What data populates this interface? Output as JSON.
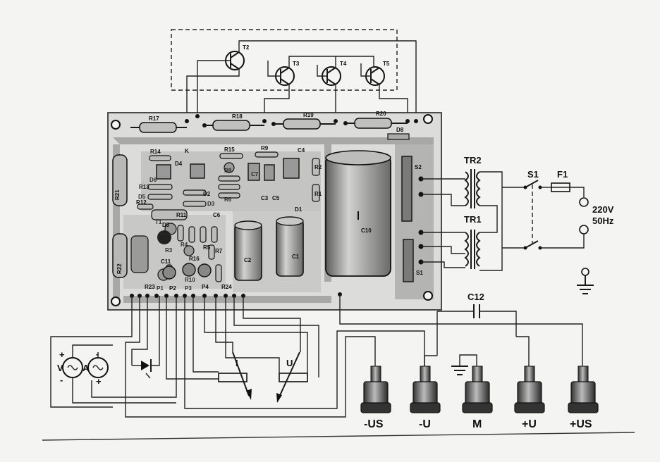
{
  "labels": {
    "transistors": [
      "T2",
      "T3",
      "T4",
      "T5"
    ],
    "resistors_top": [
      "R17",
      "R18",
      "R19",
      "R20"
    ],
    "diode_d8": "D8",
    "transformers": [
      "TR2",
      "TR1"
    ],
    "switch": "S1",
    "fuse": "F1",
    "mains": [
      "220V",
      "50Hz"
    ],
    "switch_blocks": [
      "S2",
      "S1"
    ],
    "capacitor_c12": "C12",
    "big_cap": "C10",
    "caps": [
      "C2",
      "C1"
    ],
    "board_parts": [
      "R21",
      "R22",
      "R14",
      "R15",
      "R16",
      "R13",
      "R12",
      "R11",
      "R9",
      "R8",
      "R7",
      "R6",
      "R5",
      "R4",
      "R3",
      "R2",
      "R1",
      "D1",
      "D2",
      "D3",
      "D4",
      "D5",
      "D6",
      "C3",
      "C4",
      "C5",
      "C6",
      "C7",
      "C11",
      "T1",
      "P1",
      "P2",
      "P3",
      "P4",
      "R23",
      "R24",
      "R10",
      "K"
    ],
    "meters": [
      "V",
      "A"
    ],
    "meter_signs": [
      "+",
      "-",
      "-",
      "+"
    ],
    "pots": [
      "I",
      "U"
    ],
    "terminals": [
      "-US",
      "-U",
      "M",
      "+U",
      "+US"
    ]
  },
  "colors": {
    "ink": "#1a1a1a",
    "paper": "#f4f4f2",
    "board": "#d8d8d6",
    "trace": "#9a9a98",
    "capacitor": "#8c8c8a"
  }
}
